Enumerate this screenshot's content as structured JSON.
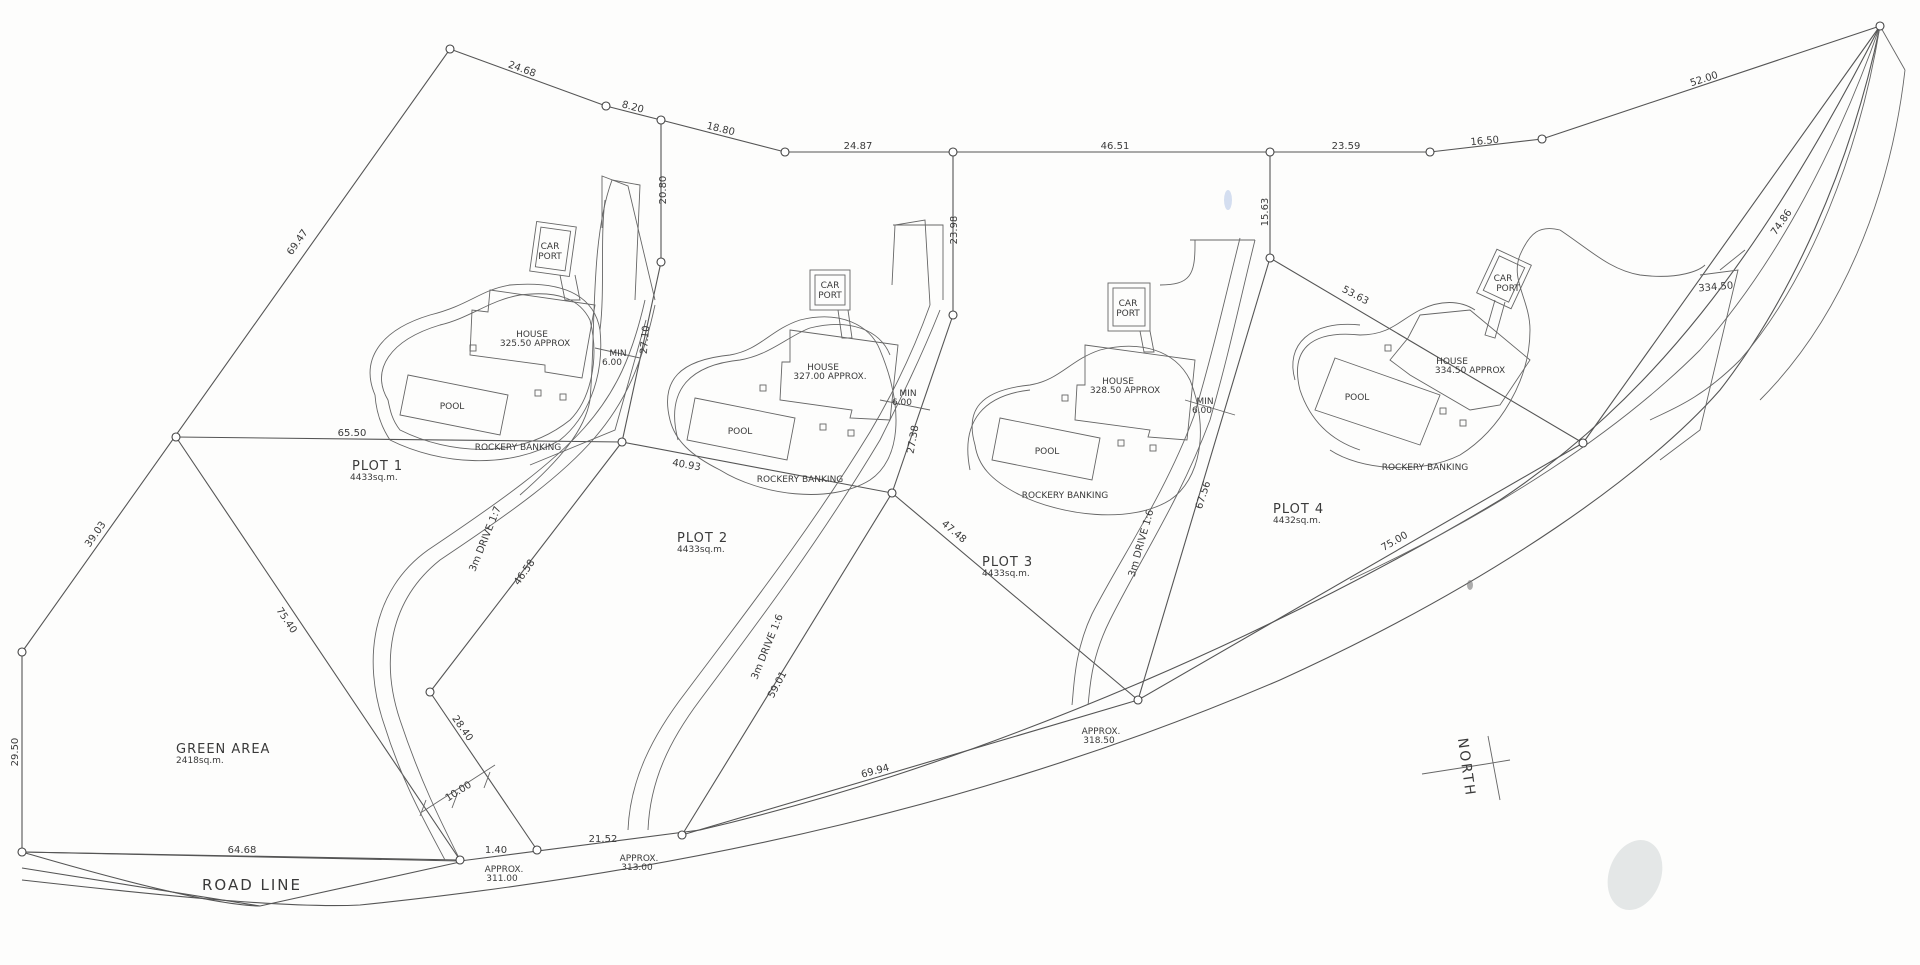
{
  "dimensions": {
    "d_24_68": "24.68",
    "d_8_20": "8.20",
    "d_18_80": "18.80",
    "d_24_87": "24.87",
    "d_46_51": "46.51",
    "d_23_59": "23.59",
    "d_16_50": "16.50",
    "d_52_00": "52.00",
    "d_69_47": "69.47",
    "d_39_03": "39.03",
    "d_29_50": "29.50",
    "d_64_68": "64.68",
    "d_65_50": "65.50",
    "d_75_40": "75.40",
    "d_20_80": "20.80",
    "d_27_10": "27.10",
    "d_46_58": "46.58",
    "d_28_40": "28.40",
    "d_10_00": "10.00",
    "d_1_40": "1.40",
    "d_21_52": "21.52",
    "d_23_98": "23.98",
    "d_27_38": "27.38",
    "d_40_93": "40.93",
    "d_59_01": "59.01",
    "d_47_48": "47.48",
    "d_69_94": "69.94",
    "d_15_63": "15.63",
    "d_53_63": "53.63",
    "d_67_56": "67.56",
    "d_75_00": "75.00",
    "d_74_86": "74.86",
    "d_334_50": "334.50",
    "min_6_00": "6.00",
    "min": "MIN"
  },
  "plots": {
    "plot1": {
      "name": "PLOT 1",
      "area": "4433sq.m."
    },
    "plot2": {
      "name": "PLOT 2",
      "area": "4433sq.m."
    },
    "plot3": {
      "name": "PLOT 3",
      "area": "4433sq.m."
    },
    "plot4": {
      "name": "PLOT 4",
      "area": "4432sq.m."
    },
    "green": {
      "name": "GREEN AREA",
      "area": "2418sq.m."
    }
  },
  "houses": {
    "h1": {
      "title": "HOUSE",
      "level": "325.50 APPROX"
    },
    "h2": {
      "title": "HOUSE",
      "level": "327.00 APPROX."
    },
    "h3": {
      "title": "HOUSE",
      "level": "328.50 APPROX"
    },
    "h4": {
      "title": "HOUSE",
      "level": "334.50 APPROX"
    }
  },
  "labels": {
    "car": "CAR",
    "port": "PORT",
    "pool": "POOL",
    "rockery": "ROCKERY BANKING",
    "drive1": "3m DRIVE 1:7",
    "drive2": "3m DRIVE 1:6",
    "drive3": "3m DRIVE 1:6",
    "approx": "APPROX.",
    "lvl_311": "311.00",
    "lvl_313": "313.00",
    "lvl_318": "318.50",
    "road": "ROAD LINE",
    "north": "NORTH"
  }
}
